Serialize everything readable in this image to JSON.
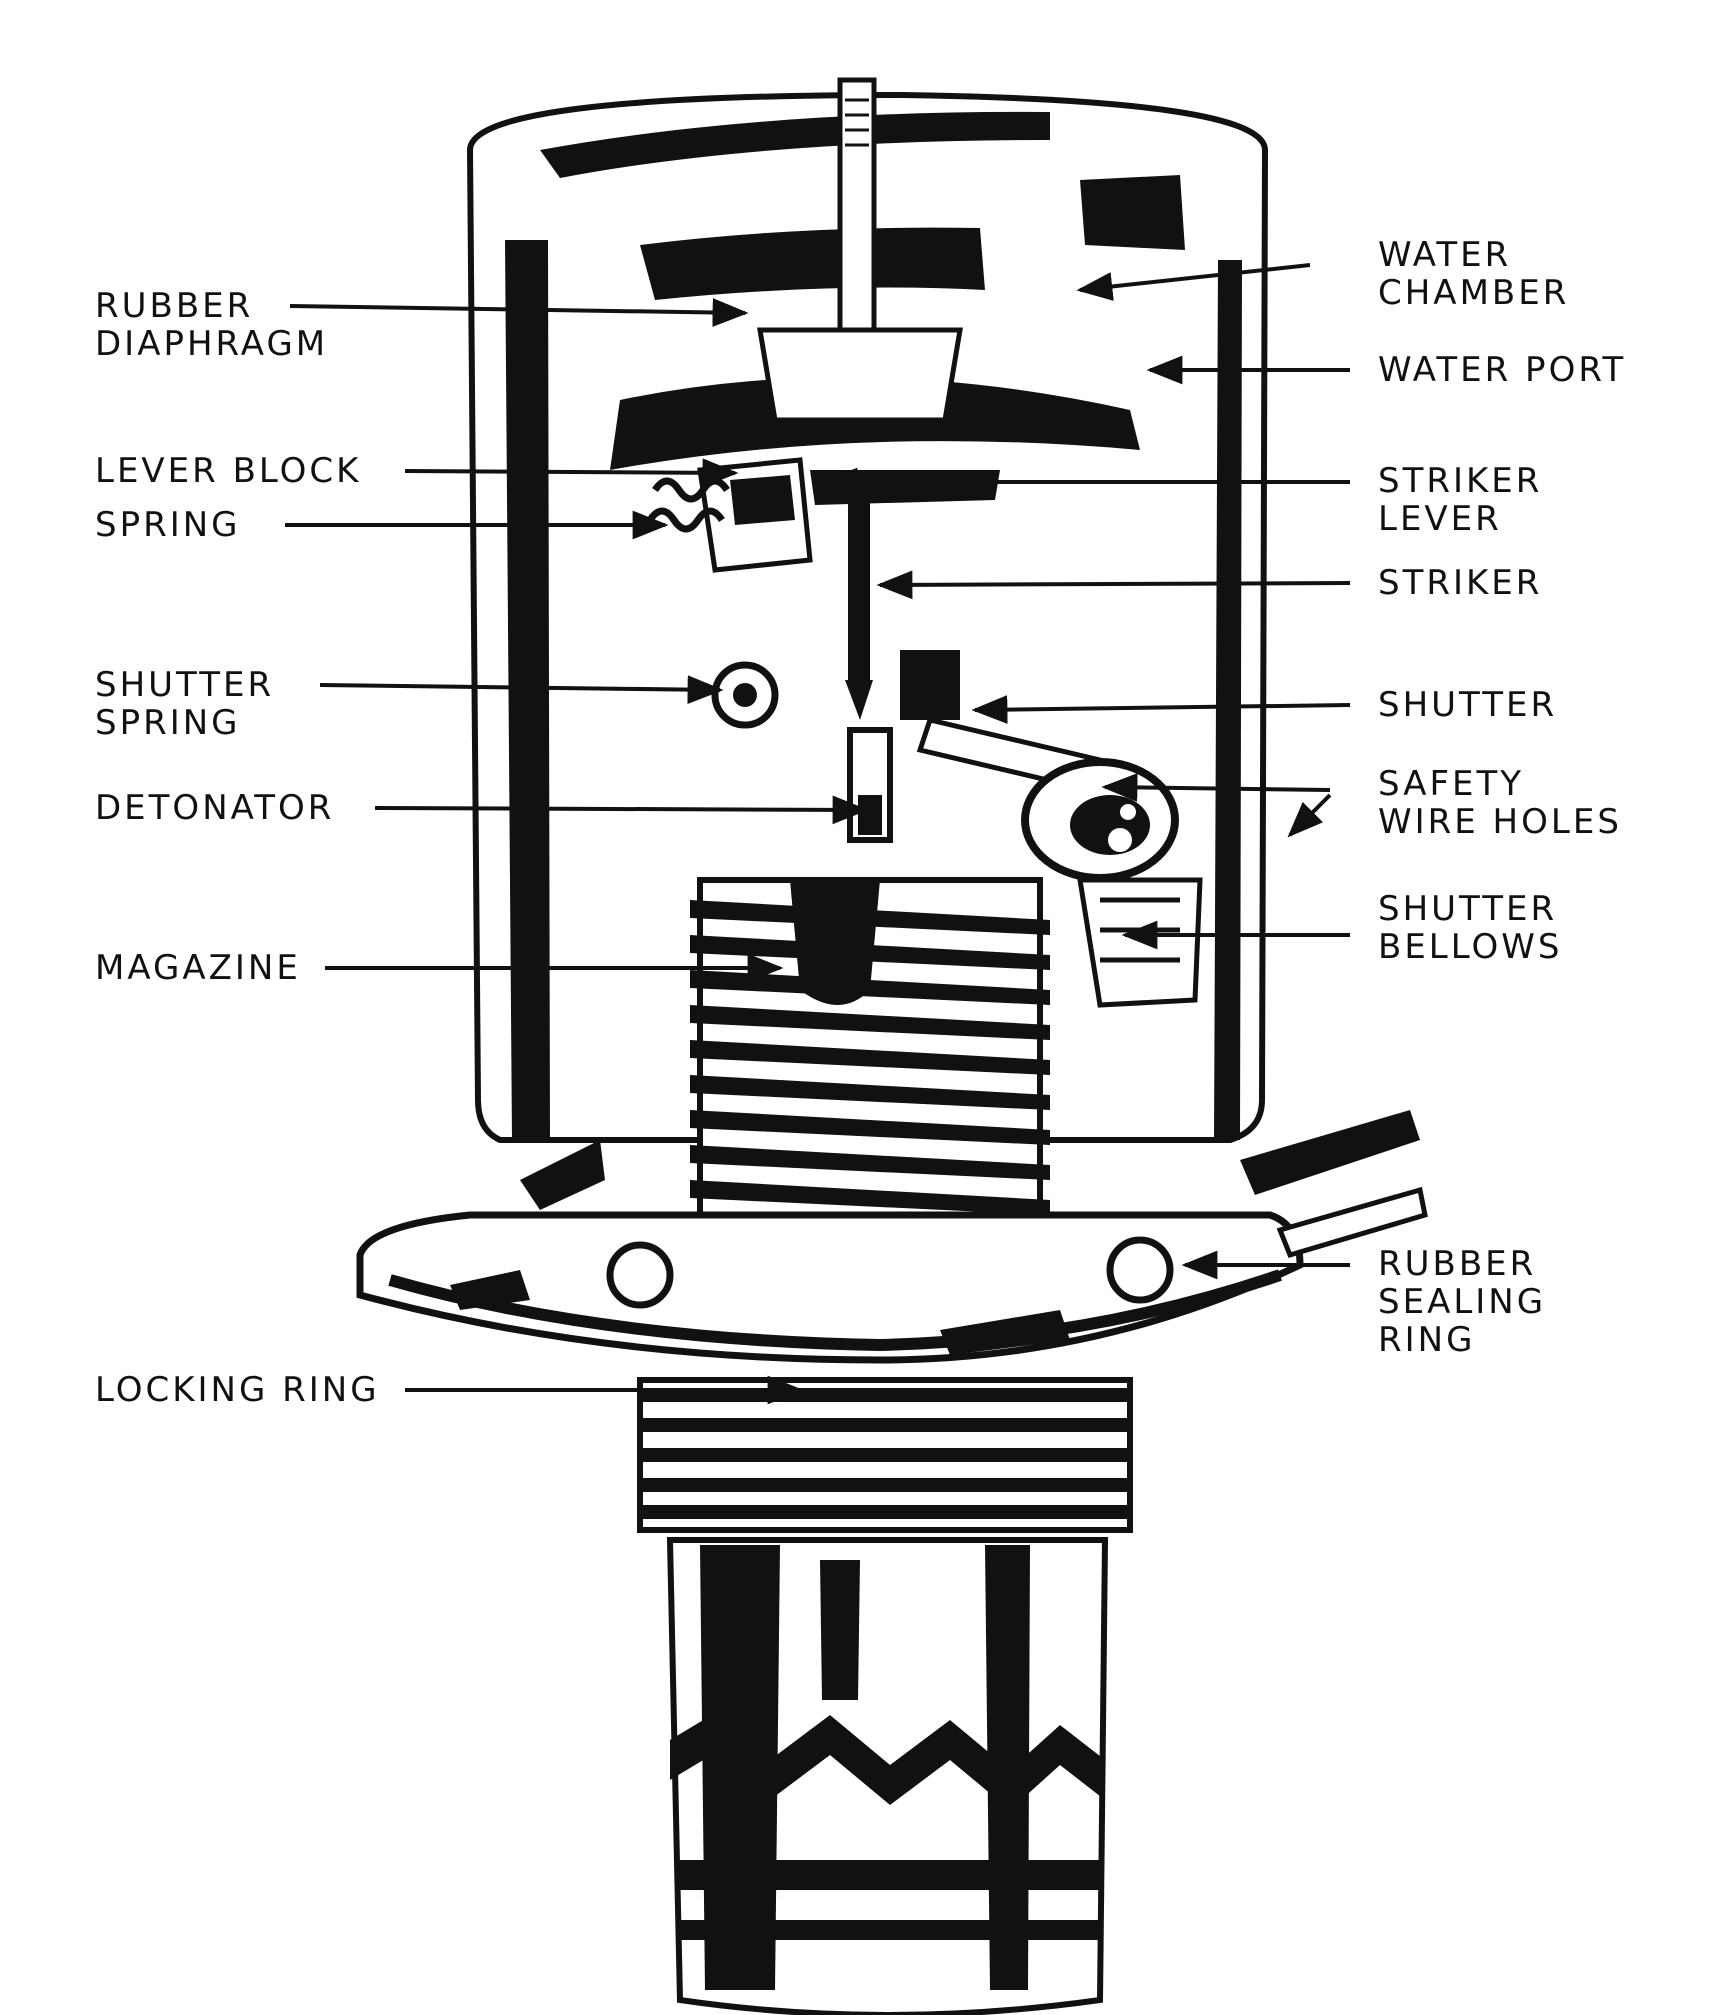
{
  "colors": {
    "ink": "#111111",
    "paper": "#ffffff"
  },
  "labels_left": {
    "rubber_diaphragm": [
      "RUBBER",
      "DIAPHRAGM"
    ],
    "lever_block": [
      "LEVER BLOCK"
    ],
    "spring": [
      "SPRING"
    ],
    "shutter_spring": [
      "SHUTTER",
      "SPRING"
    ],
    "detonator": [
      "DETONATOR"
    ],
    "magazine": [
      "MAGAZINE"
    ],
    "locking_ring": [
      "LOCKING RING"
    ]
  },
  "labels_right": {
    "water_chamber": [
      "WATER",
      "CHAMBER"
    ],
    "water_port": [
      "WATER PORT"
    ],
    "striker_lever": [
      "STRIKER",
      "LEVER"
    ],
    "striker": [
      "STRIKER"
    ],
    "shutter": [
      "SHUTTER"
    ],
    "safety_wire_holes": [
      "SAFETY",
      "WIRE HOLES"
    ],
    "shutter_bellows": [
      "SHUTTER",
      "BELLOWS"
    ],
    "rubber_sealing_ring": [
      "RUBBER",
      "SEALING",
      "RING"
    ]
  }
}
